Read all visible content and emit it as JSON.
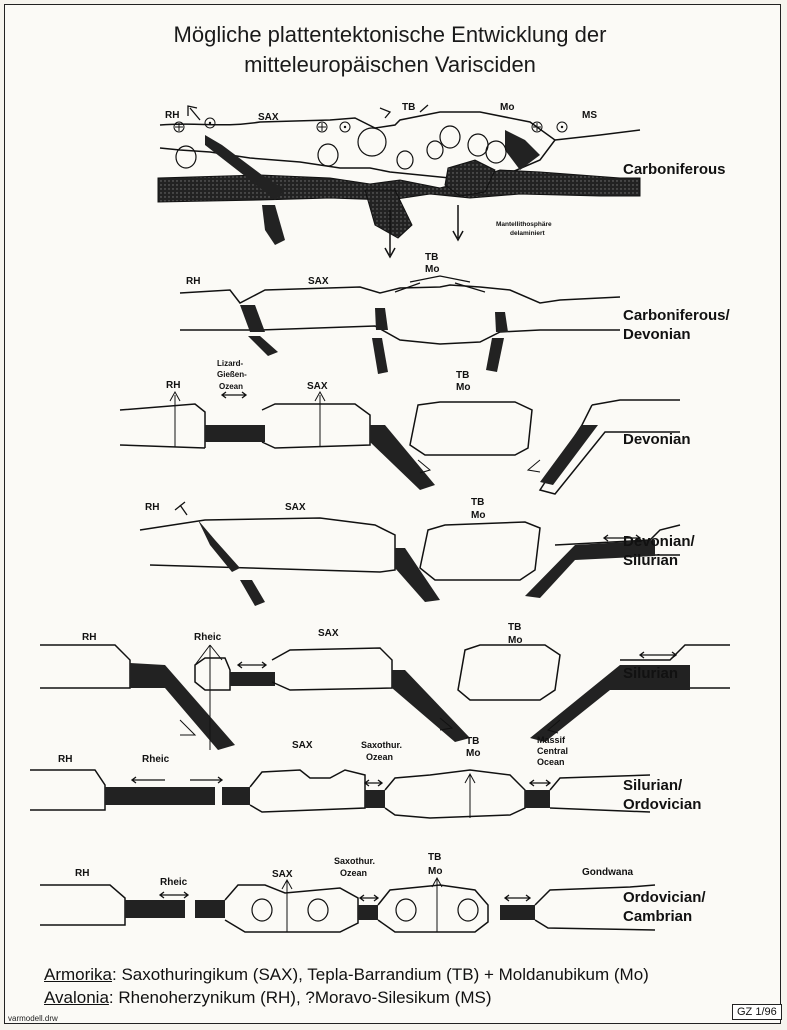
{
  "title": {
    "line1": "Mögliche plattentektonische Entwicklung der",
    "line2": "mitteleuropäischen Varisciden"
  },
  "stages": [
    {
      "label_lines": [
        "Carboniferous"
      ]
    },
    {
      "label_lines": [
        "Carboniferous/",
        "Devonian"
      ]
    },
    {
      "label_lines": [
        "Devonian"
      ]
    },
    {
      "label_lines": [
        "Devonian/",
        "Silurian"
      ]
    },
    {
      "label_lines": [
        "Silurian"
      ]
    },
    {
      "label_lines": [
        "Silurian/",
        "Ordovician"
      ]
    },
    {
      "label_lines": [
        "Ordovician/",
        "Cambrian"
      ]
    }
  ],
  "labels": {
    "rh": "RH",
    "sax": "SAX",
    "tb": "TB",
    "mo": "Mo",
    "ms": "MS",
    "mantle1": "Mantellithosphäre",
    "mantle2": "delaminiert",
    "lizard1": "Lizard-",
    "lizard2": "Gießen-",
    "lizard3": "Ozean",
    "rheic": "Rheic",
    "saxo1": "Saxothur.",
    "saxo2": "Ozean",
    "massif1": "Massif",
    "massif2": "Central",
    "massif3": "Ocean",
    "gondwana": "Gondwana"
  },
  "legend": {
    "armorika_term": "Armorika",
    "armorika_text": ": Saxothuringikum (SAX), Tepla-Barrandium (TB) + Moldanubikum (Mo)",
    "avalonia_term": "Avalonia",
    "avalonia_text": ": Rhenoherzynikum (RH), ?Moravo-Silesikum (MS)"
  },
  "footer": {
    "file": "varmodell.drw",
    "code": "GZ 1/96"
  }
}
